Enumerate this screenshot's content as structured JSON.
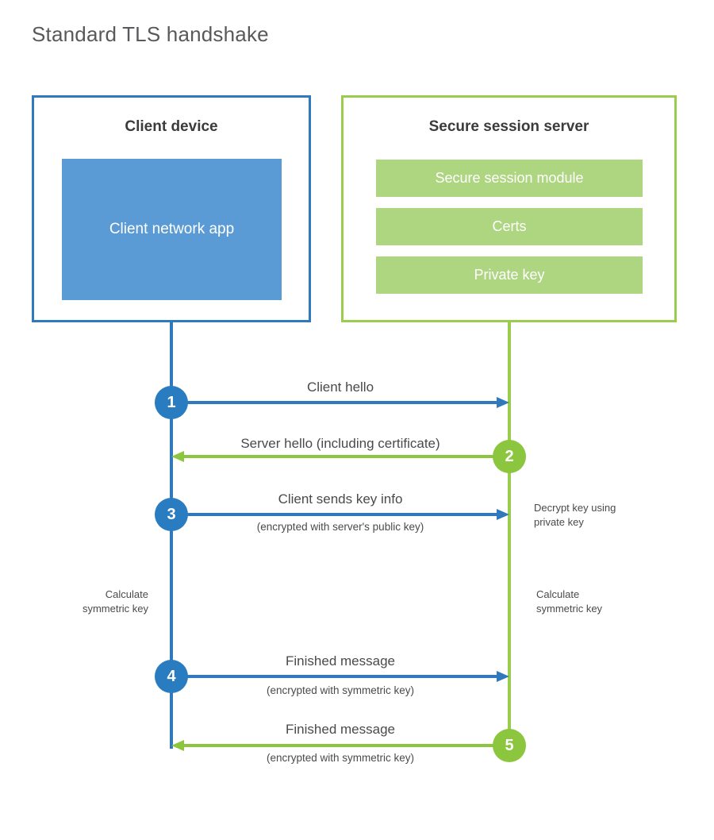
{
  "title": "Standard TLS handshake",
  "colors": {
    "client_border": "#3079bd",
    "client_fill": "#5b9bd5",
    "client_accent": "#2a7cc0",
    "server_border": "#9acd4e",
    "server_fill": "#aed580",
    "server_accent": "#8cc63e",
    "text": "#4a4a4c",
    "title_text": "#58595b",
    "background": "#ffffff"
  },
  "actors": {
    "client": {
      "title": "Client device",
      "block": "Client network app"
    },
    "server": {
      "title": "Secure session server",
      "blocks": [
        {
          "label": "Secure session module"
        },
        {
          "label": "Certs"
        },
        {
          "label": "Private key"
        }
      ]
    }
  },
  "steps": [
    {
      "number": "1",
      "primary": "Client hello",
      "secondary": "",
      "direction": "client-to-server",
      "color": "blue"
    },
    {
      "number": "2",
      "primary": "Server hello (including certificate)",
      "secondary": "",
      "direction": "server-to-client",
      "color": "green"
    },
    {
      "number": "3",
      "primary": "Client sends key info",
      "secondary": "(encrypted with server's public key)",
      "direction": "client-to-server",
      "color": "blue"
    },
    {
      "number": "4",
      "primary": "Finished message",
      "secondary": "(encrypted with symmetric key)",
      "direction": "client-to-server",
      "color": "blue"
    },
    {
      "number": "5",
      "primary": "Finished message",
      "secondary": "(encrypted with symmetric key)",
      "direction": "server-to-client",
      "color": "green"
    }
  ],
  "annotations": {
    "server_decrypt": "Decrypt key using\nprivate key",
    "server_decrypt_line1": "Decrypt key using",
    "server_decrypt_line2": "private key",
    "client_calc_line1": "Calculate",
    "client_calc_line2": "symmetric key",
    "server_calc_line1": "Calculate",
    "server_calc_line2": "symmetric key"
  }
}
